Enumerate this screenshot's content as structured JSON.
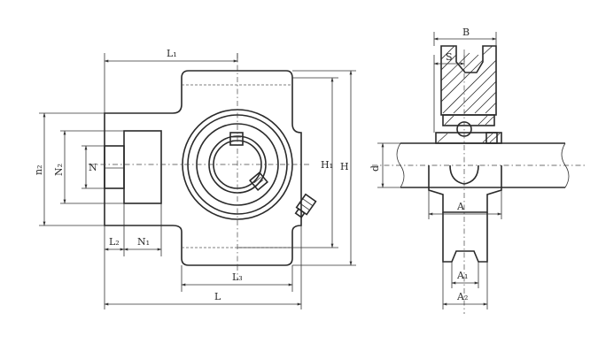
{
  "drawing": {
    "labels": {
      "L1": "L₁",
      "L": "L",
      "L2": "L₂",
      "L3": "L₃",
      "N": "N",
      "N1": "N₁",
      "N2": "N₂",
      "n2": "n₂",
      "H": "H",
      "H1": "H₁",
      "B": "B",
      "S": "S",
      "d": "d",
      "A": "A",
      "A1": "A₁",
      "A2": "A₂"
    }
  }
}
